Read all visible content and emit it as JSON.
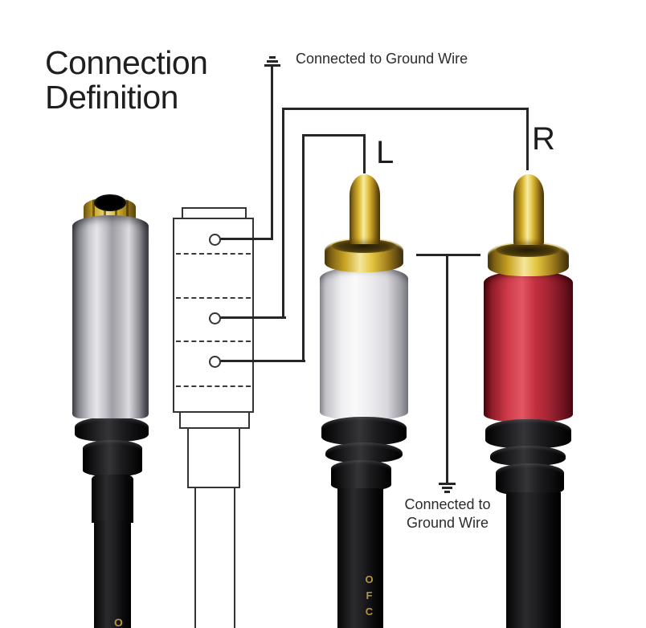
{
  "title": {
    "line1": "Connection",
    "line2": "Definition"
  },
  "labels": {
    "left_channel": "L",
    "right_channel": "R"
  },
  "ground": {
    "top_label": "Connected to Ground Wire",
    "bottom_label_line1": "Connected to",
    "bottom_label_line2": "Ground Wire"
  },
  "cable_markings": {
    "ofc": "OFC",
    "partial": "O"
  },
  "colors": {
    "gold": "#d4af37",
    "silver": "#c6c6cb",
    "white_body": "#eeeef1",
    "red_body": "#c9404e",
    "black": "#151515",
    "wire": "#262626",
    "text": "#222222",
    "marking_gold": "#b79540"
  }
}
